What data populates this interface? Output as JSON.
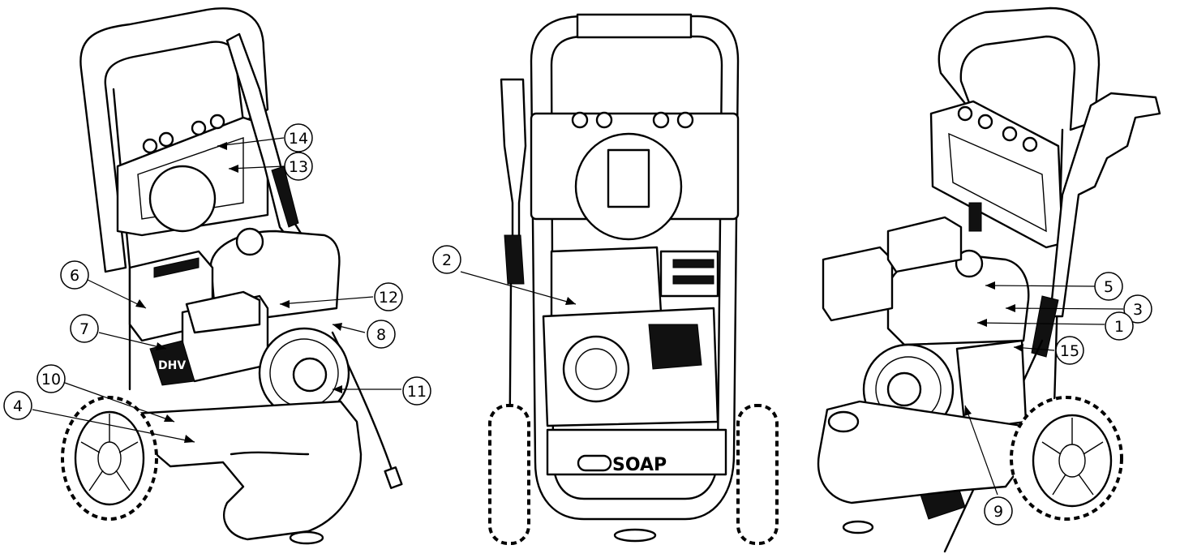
{
  "diagram": {
    "labels": {
      "frame_text": "SOAP",
      "engine_brand": "DHV"
    },
    "callouts": [
      {
        "number": "1"
      },
      {
        "number": "2"
      },
      {
        "number": "3"
      },
      {
        "number": "4"
      },
      {
        "number": "5"
      },
      {
        "number": "6"
      },
      {
        "number": "7"
      },
      {
        "number": "8"
      },
      {
        "number": "9"
      },
      {
        "number": "10"
      },
      {
        "number": "11"
      },
      {
        "number": "12"
      },
      {
        "number": "13"
      },
      {
        "number": "14"
      },
      {
        "number": "15"
      }
    ]
  }
}
